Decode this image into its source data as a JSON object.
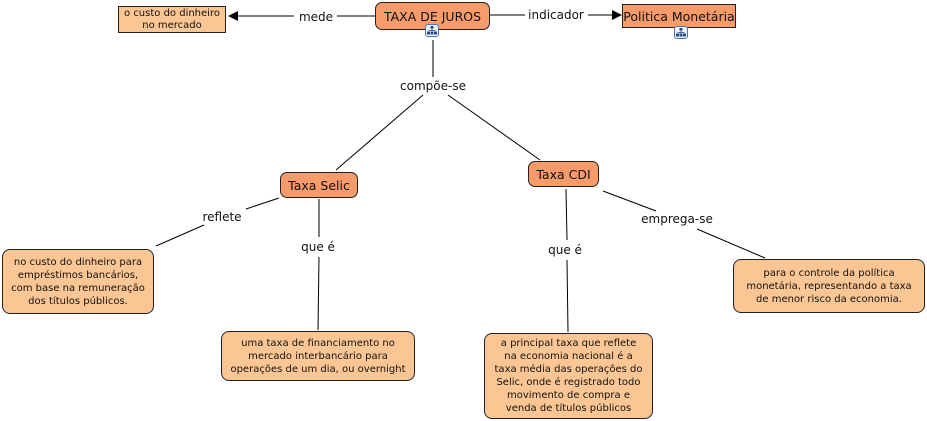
{
  "concepts": {
    "taxa_de_juros": "TAXA DE JUROS",
    "politica_monetaria": "Politica Monetária",
    "taxa_selic": "Taxa Selic",
    "taxa_cdi": "Taxa CDI"
  },
  "details": {
    "custo_dinheiro": "o custo do dinheiro no mercado",
    "selic_reflete": "no custo do dinheiro para empréstimos bancários, com base na remuneração dos títulos públicos.",
    "selic_que_e": "uma taxa de financiamento no mercado interbancário para operações de um dia, ou overnight",
    "cdi_que_e": "a principal taxa que reflete na economia nacional é a taxa média das operações do Selic, onde é registrado todo movimento de compra e venda de títulos públicos",
    "cdi_emprega": "para o controle da política monetária, representando a taxa de menor risco da economia."
  },
  "links": {
    "mede": "mede",
    "indicador": "indicador",
    "compoe_se": "compõe-se",
    "reflete": "reflete",
    "selic_que_e": "que é",
    "cdi_que_e": "que é",
    "emprega_se": "emprega-se"
  },
  "icons": {
    "submap": "hierarchy-submap-icon"
  },
  "colors": {
    "concept_fill": "#f79b6b",
    "detail_fill": "#fcc694",
    "border": "#222222",
    "submap_border": "#4a76b8"
  }
}
